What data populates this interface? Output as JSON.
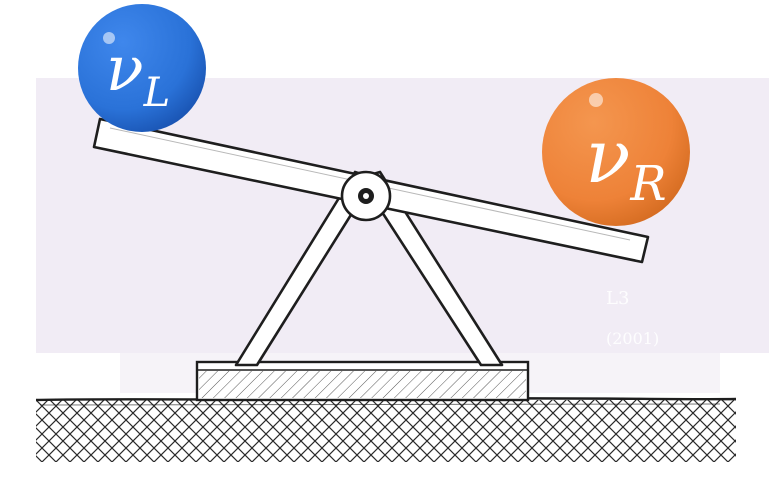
{
  "left_ball": {
    "symbol": "ν",
    "subscript": "L",
    "color": "#2a72d8",
    "color_dark": "#1a55b4"
  },
  "right_ball": {
    "symbol": "ν",
    "subscript": "R",
    "color": "#ee8238",
    "color_dark": "#d66d22"
  },
  "credit": {
    "line1": "L3",
    "line2": "(2001)"
  },
  "colors": {
    "panel_background": "#f1ecf5",
    "ink": "#1e1e1e",
    "plank_fill": "#ffffff"
  }
}
